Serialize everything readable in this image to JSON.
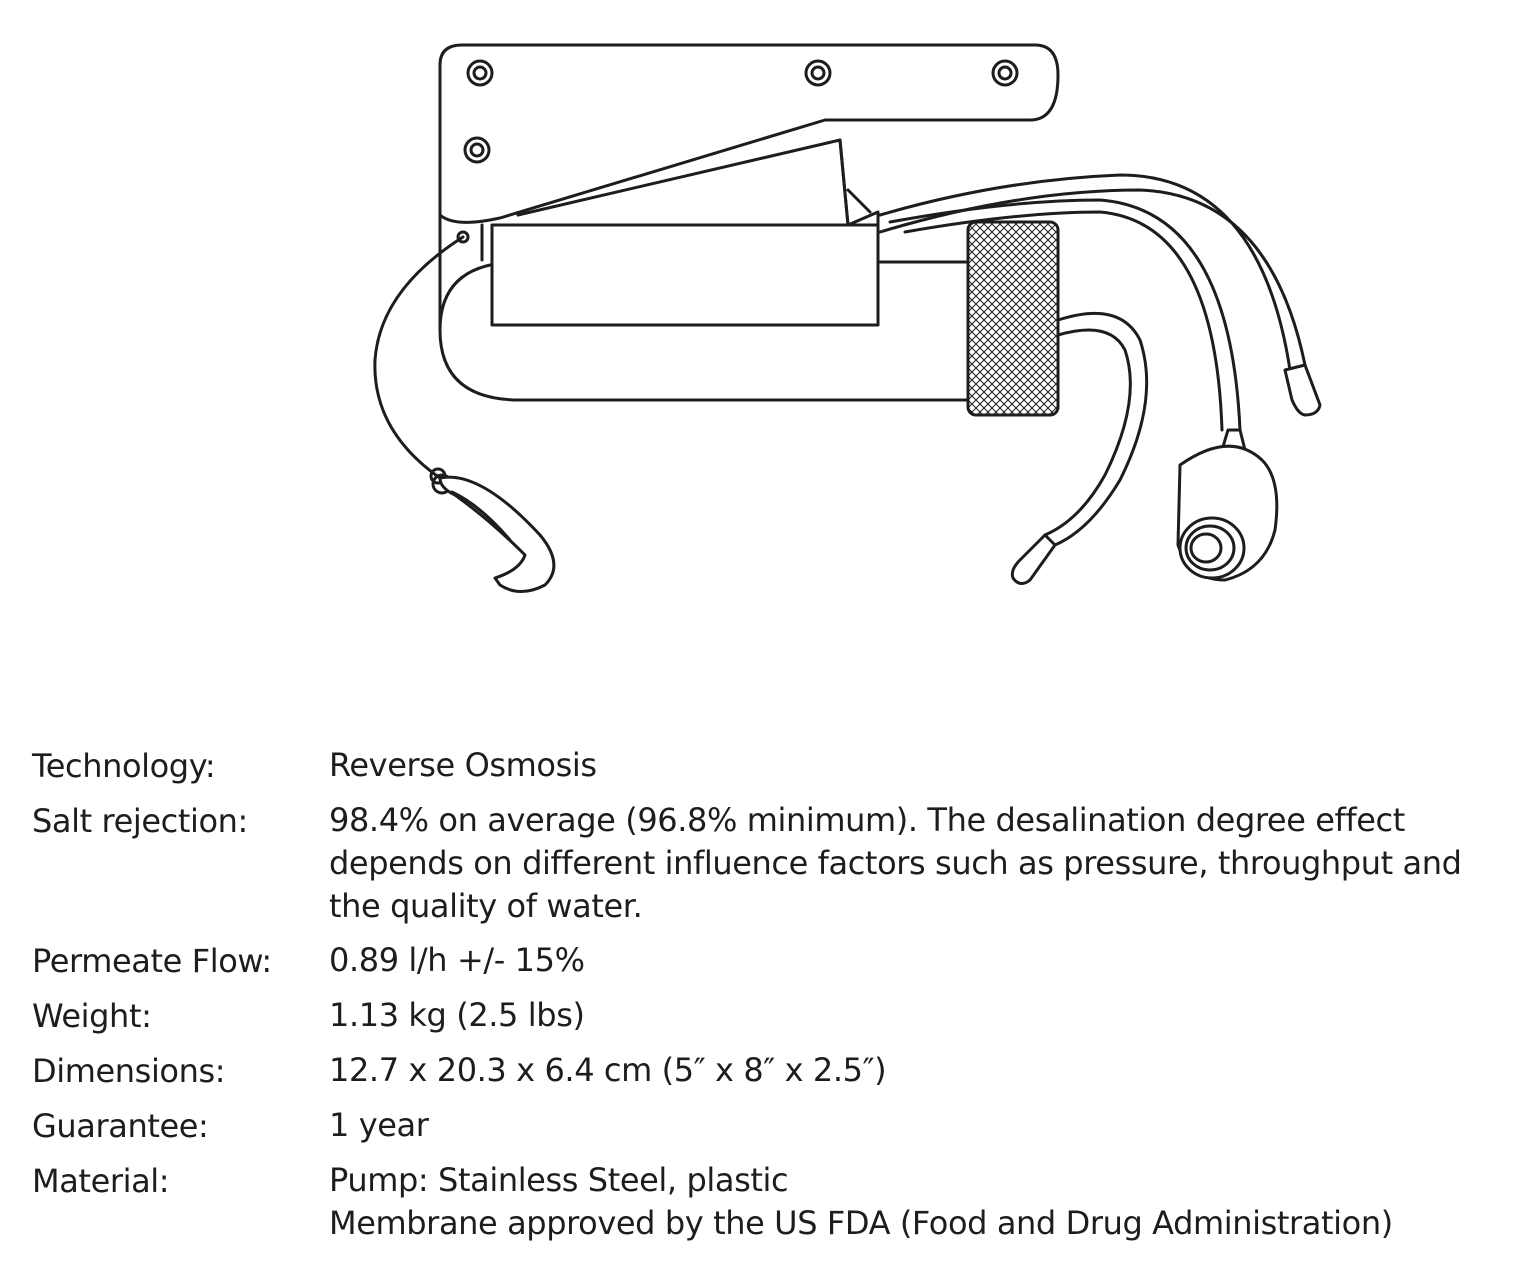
{
  "illustration": {
    "icon": "desalinator-pump-illustration",
    "stroke_color": "#1d1d1b"
  },
  "specs": [
    {
      "label": "Technology:",
      "lines": [
        "Reverse Osmosis"
      ]
    },
    {
      "label": "Salt rejection:",
      "lines": [
        "98.4% on average (96.8% minimum). The desalination degree effect",
        "depends on different influence factors such as pressure, throughput and",
        "the quality of water."
      ]
    },
    {
      "label": "Permeate Flow:",
      "lines": [
        "0.89 l/h +/- 15%"
      ]
    },
    {
      "label": "Weight:",
      "lines": [
        "1.13 kg (2.5 lbs)"
      ]
    },
    {
      "label": "Dimensions:",
      "lines": [
        "12.7 x 20.3 x 6.4 cm (5″ x 8″ x 2.5″)"
      ]
    },
    {
      "label": "Guarantee:",
      "lines": [
        "1 year"
      ]
    },
    {
      "label": "Material:",
      "lines": [
        "Pump: Stainless Steel, plastic",
        "Membrane approved by the US FDA (Food and Drug Administration)"
      ]
    }
  ]
}
